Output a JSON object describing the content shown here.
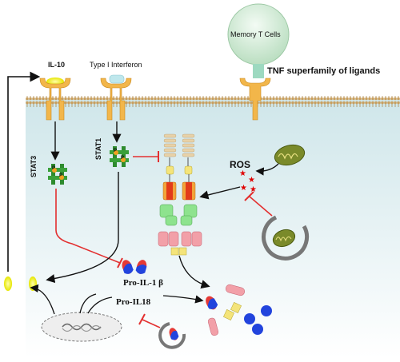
{
  "labels": {
    "memory_t_cells": "Memory T Cells",
    "il10": "IL-10",
    "type1_ifn": "Type I Interferon",
    "tnf_superfamily": "TNF superfamily of ligands",
    "stat3": "STAT3",
    "stat1": "STAT1",
    "ros": "ROS",
    "pro_il1b": "Pro-IL-1 β",
    "pro_il18": "Pro-IL18"
  },
  "phospho_mark": "P",
  "colors": {
    "cytoplasm": "#d9ecf0",
    "membrane": "#c9a15a",
    "receptor": "#f2b64a",
    "il10_ligand": "#f4f000",
    "ifn_ligand": "#bfe7ec",
    "memory_cell": "#cfe9d3",
    "stat_green": "#2e8b2e",
    "phospho": "#f0a020",
    "inhibit": "#e33030",
    "activate": "#111111",
    "caspase_blue": "#2244dd",
    "pro_il_red": "#e53935",
    "ros_star": "#e00000",
    "nlrp3_tan": "#e8d2a8",
    "nlrp3_red": "#e23b1a",
    "nlrp3_orange": "#f2a43a",
    "nlrp3_green": "#8ee38e",
    "nlrp3_pink": "#f2a0a8",
    "nlrp3_yellow": "#f4e47a",
    "mito_olive": "#7a8a2a",
    "autophagosome": "#777777",
    "nucleus": "#eeeeee"
  }
}
